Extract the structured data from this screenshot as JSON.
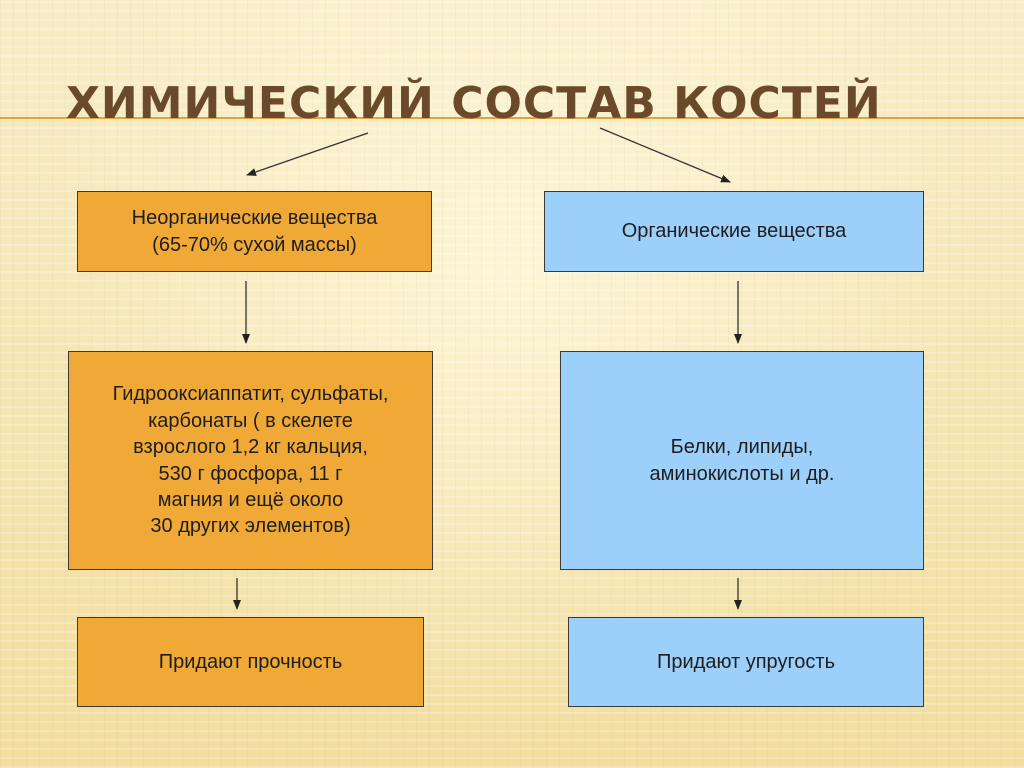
{
  "slide": {
    "title": "ХИМИЧЕСКИЙ СОСТАВ КОСТЕЙ",
    "accent_color": "#e3a23a",
    "title_color": "#6b4a2c"
  },
  "left": {
    "fill_color": "#f0a836",
    "category": "Неорганические вещества\n(65-70% сухой массы)",
    "composition": "Гидрооксиаппатит, сульфаты,\nкарбонаты  ( в скелете\nвзрослого 1,2 кг кальция,\n530 г фосфора, 11 г\nмагния и ещё около\n30 других элементов)",
    "property": "Придают прочность"
  },
  "right": {
    "fill_color": "#9ccffa",
    "category": "Органические вещества",
    "composition": "Белки, липиды,\nаминокислоты и др.",
    "property": "Придают упругость"
  }
}
